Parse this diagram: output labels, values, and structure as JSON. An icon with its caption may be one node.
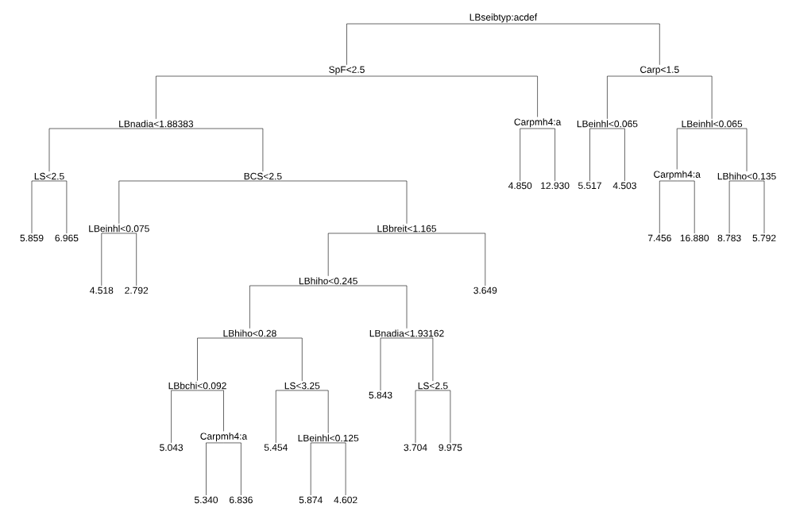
{
  "diagram": {
    "nodes": [
      {
        "text": [
          "LBseibtyp:acdef"
        ]
      },
      {
        "text": [
          "SpF<2.5"
        ]
      },
      {
        "text": [
          "LBnadia<1.88383"
        ]
      },
      {
        "text": [
          "LS<2.5"
        ]
      },
      {
        "text": [
          "5.859"
        ]
      },
      {
        "text": [
          "6.965"
        ]
      },
      {
        "text": [
          "BCS<2.5"
        ]
      },
      {
        "text": [
          "LBeinhl<0.075"
        ]
      },
      {
        "text": [
          "4.518"
        ]
      },
      {
        "text": [
          "2.792"
        ]
      },
      {
        "text": [
          "LBbreit<1.165"
        ]
      },
      {
        "text": [
          "LBhiho<0.245"
        ]
      },
      {
        "text": [
          "LBhiho<0.28"
        ]
      },
      {
        "text": [
          "LBbchi<0.092"
        ]
      },
      {
        "text": [
          "5.043"
        ]
      },
      {
        "text": [
          "Carpmh4:a"
        ]
      },
      {
        "text": [
          "5.340"
        ]
      },
      {
        "text": [
          "6.836"
        ]
      },
      {
        "text": [
          "LS<3.25"
        ]
      },
      {
        "text": [
          "5.454"
        ]
      },
      {
        "text": [
          "LBeinhl<0.125"
        ]
      },
      {
        "text": [
          "5.874"
        ]
      },
      {
        "text": [
          "4.602"
        ]
      },
      {
        "text": [
          "LBnadia<1.93162"
        ]
      },
      {
        "text": [
          "5.843"
        ]
      },
      {
        "text": [
          "LS<2.5"
        ]
      },
      {
        "text": [
          "3.704"
        ]
      },
      {
        "text": [
          "9.975"
        ]
      },
      {
        "text": [
          "3.649"
        ]
      },
      {
        "text": [
          "Carpmh4:a"
        ]
      },
      {
        "text": [
          "4.850"
        ]
      },
      {
        "text": [
          "12.930"
        ]
      },
      {
        "text": [
          "Carp<1.5"
        ]
      },
      {
        "text": [
          "LBeinhl<0.065"
        ]
      },
      {
        "text": [
          "5.517"
        ]
      },
      {
        "text": [
          "4.503"
        ]
      },
      {
        "text": [
          "LBeinhl<0.065"
        ]
      },
      {
        "text": [
          "Carpmh4:a"
        ]
      },
      {
        "text": [
          "7.456"
        ]
      },
      {
        "text": [
          "16.880"
        ]
      },
      {
        "text": [
          "LBhiho<0.135"
        ]
      },
      {
        "text": [
          "8.783"
        ]
      },
      {
        "text": [
          "5.792"
        ]
      }
    ],
    "edges": [
      {
        "from": 0,
        "to": 1,
        "arrow": "none"
      },
      {
        "from": 1,
        "to": 2,
        "arrow": "none"
      },
      {
        "from": 2,
        "to": 3,
        "arrow": "none"
      },
      {
        "from": 3,
        "to": 4,
        "arrow": "none"
      },
      {
        "from": 3,
        "to": 5,
        "arrow": "none"
      },
      {
        "from": 2,
        "to": 6,
        "arrow": "none"
      },
      {
        "from": 6,
        "to": 7,
        "arrow": "none"
      },
      {
        "from": 7,
        "to": 8,
        "arrow": "none"
      },
      {
        "from": 7,
        "to": 9,
        "arrow": "none"
      },
      {
        "from": 6,
        "to": 10,
        "arrow": "none"
      },
      {
        "from": 10,
        "to": 11,
        "arrow": "none"
      },
      {
        "from": 11,
        "to": 12,
        "arrow": "none"
      },
      {
        "from": 12,
        "to": 13,
        "arrow": "none"
      },
      {
        "from": 13,
        "to": 14,
        "arrow": "none"
      },
      {
        "from": 13,
        "to": 15,
        "arrow": "none"
      },
      {
        "from": 15,
        "to": 16,
        "arrow": "none"
      },
      {
        "from": 15,
        "to": 17,
        "arrow": "none"
      },
      {
        "from": 12,
        "to": 18,
        "arrow": "none"
      },
      {
        "from": 18,
        "to": 19,
        "arrow": "none"
      },
      {
        "from": 18,
        "to": 20,
        "arrow": "none"
      },
      {
        "from": 20,
        "to": 21,
        "arrow": "none"
      },
      {
        "from": 20,
        "to": 22,
        "arrow": "none"
      },
      {
        "from": 11,
        "to": 23,
        "arrow": "none"
      },
      {
        "from": 23,
        "to": 24,
        "arrow": "none"
      },
      {
        "from": 23,
        "to": 25,
        "arrow": "none"
      },
      {
        "from": 25,
        "to": 26,
        "arrow": "none"
      },
      {
        "from": 25,
        "to": 27,
        "arrow": "none"
      },
      {
        "from": 10,
        "to": 28,
        "arrow": "none"
      },
      {
        "from": 1,
        "to": 29,
        "arrow": "none"
      },
      {
        "from": 29,
        "to": 30,
        "arrow": "none"
      },
      {
        "from": 29,
        "to": 31,
        "arrow": "none"
      },
      {
        "from": 0,
        "to": 32,
        "arrow": "none"
      },
      {
        "from": 32,
        "to": 33,
        "arrow": "none"
      },
      {
        "from": 33,
        "to": 34,
        "arrow": "none"
      },
      {
        "from": 33,
        "to": 35,
        "arrow": "none"
      },
      {
        "from": 32,
        "to": 36,
        "arrow": "none"
      },
      {
        "from": 36,
        "to": 37,
        "arrow": "none"
      },
      {
        "from": 37,
        "to": 38,
        "arrow": "none"
      },
      {
        "from": 37,
        "to": 39,
        "arrow": "none"
      },
      {
        "from": 36,
        "to": 40,
        "arrow": "none"
      },
      {
        "from": 40,
        "to": 41,
        "arrow": "none"
      },
      {
        "from": 40,
        "to": 42,
        "arrow": "none"
      }
    ]
  }
}
